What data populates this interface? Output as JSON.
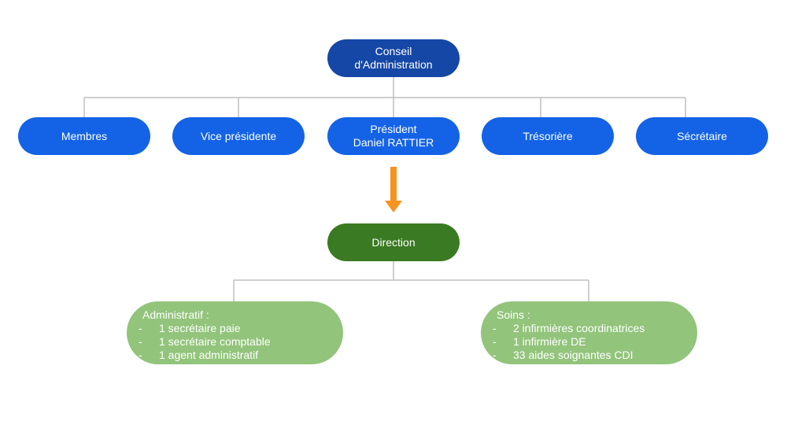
{
  "board": {
    "line1": "Conseil",
    "line2": "d'Administration"
  },
  "members": [
    {
      "lines": [
        "Membres"
      ]
    },
    {
      "lines": [
        "Vice présidente"
      ]
    },
    {
      "lines": [
        "Président",
        "Daniel RATTIER"
      ]
    },
    {
      "lines": [
        "Trésorière"
      ]
    },
    {
      "lines": [
        "Sécrétaire"
      ]
    }
  ],
  "direction": {
    "label": "Direction"
  },
  "departments": [
    {
      "title": "Administratif :",
      "items": [
        "1 secrétaire paie",
        "1 secrétaire comptable",
        "1 agent administratif"
      ]
    },
    {
      "title": "Soins :",
      "items": [
        "2 infirmières coordinatrices",
        "1 infirmière DE",
        "33 aides soignantes CDI"
      ]
    }
  ],
  "bullet": "-",
  "colors": {
    "board": "#1547a6",
    "member": "#1463e6",
    "direction": "#3a7a22",
    "department": "#92c47b",
    "connector": "#bfbfbf",
    "arrow": "#f7931e"
  }
}
